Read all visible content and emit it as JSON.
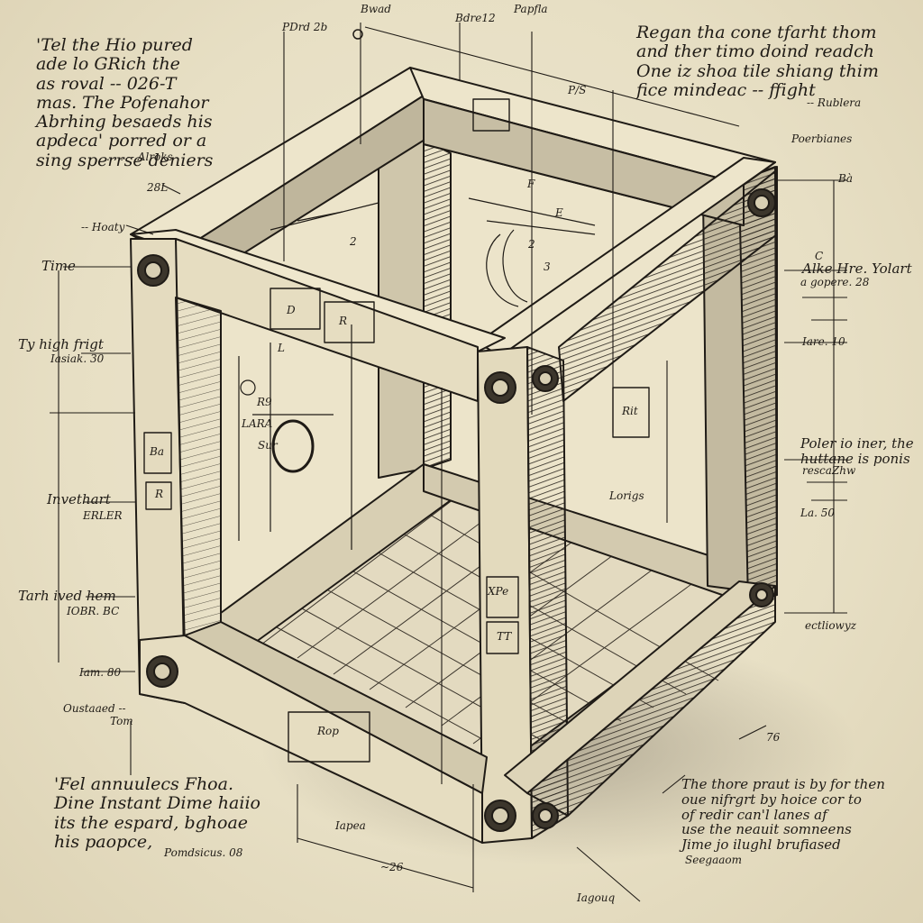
{
  "notes": {
    "top_left": "'Tel the Hio pured\nade lo GRich the\nas roval -- 026-T\nmas. The Pofenahor\nAbrhing besaeds his\napdeca' porred or a\nsing sperrse deniers",
    "top_left_sig": ". . . -- Alroks",
    "top_right": "Regan tha cone tfarht thom\nand ther timo doind readch\nOne iz shoa tile shiang thim\nfice mindeac -- ffight",
    "top_right_sig": "-- Rublera",
    "bottom_left": "'Fel annuulecs Fhoa.\nDine Instant Dime haiio\nits the espard, bghoae\nhis paopce,",
    "bottom_left_sig": "Pomdsicus. 08",
    "bottom_right": "The thore praut is by for then\noue nifrgrt by hoice cor to\nof redir can'l lanes af\nuse the neauit somneens\nJime jo ilughl brufiased",
    "bottom_right_sig": "Seegaaom"
  },
  "labels": {
    "time": "Time",
    "ty_high": "Ty high frigt",
    "ty_high_sub": "Iasiak. 30",
    "invethart": "Invethart",
    "invethart_sub": "ERLER",
    "tarh": "Tarh ived hem",
    "tarh_sub": "IOBR. BC",
    "lam": "Iam. 80",
    "oustaaed": "Oustaaed --",
    "tom": "Tom",
    "heaty": "-- Hoaty",
    "lb28": "28L",
    "pdrd": "PDrd 2b",
    "bwad": "Bwad",
    "bdre": "Bdre12",
    "papfla": "Papfla",
    "ps": "P/S",
    "poerbianes": "Poerbianes",
    "ba": "Bà",
    "c": "C",
    "alke": "Alke Hre. Yolart",
    "alke_sub": "a gopere. 28",
    "lare10": "Iare. 10",
    "poler": "Poler io iner, the\nhuttane is ponis",
    "poler_sub": "rescaZhw",
    "la50": "La. 50",
    "ectlowy": "ectliowyz",
    "r76": "76",
    "r26": "~26",
    "lapea": "Iapea",
    "iagouq": "Iagouq",
    "inner_f": "F",
    "inner_e": "E",
    "inner_2": "2",
    "inner_3": "3",
    "inner_2b": "2",
    "inner_l": "L",
    "inner_rp": "R9",
    "inner_lara": "LARA",
    "inner_sur": "Sur",
    "inner_lorigs": "Lorigs",
    "inner_xpe": "XPe",
    "inner_tt": "TT",
    "inner_ba": "Ba",
    "inner_r": "R",
    "inner_rop": "Rop",
    "inner_ret": "Rit",
    "inner_d": "D",
    "inner_r2": "R"
  },
  "colors": {
    "paper": "#e9e1c8",
    "ink": "#1f1b16",
    "light_face": "#ece3c7",
    "mid_face": "#bdb39a",
    "dark_face": "#6f675a",
    "floor": "#e3dac0"
  }
}
